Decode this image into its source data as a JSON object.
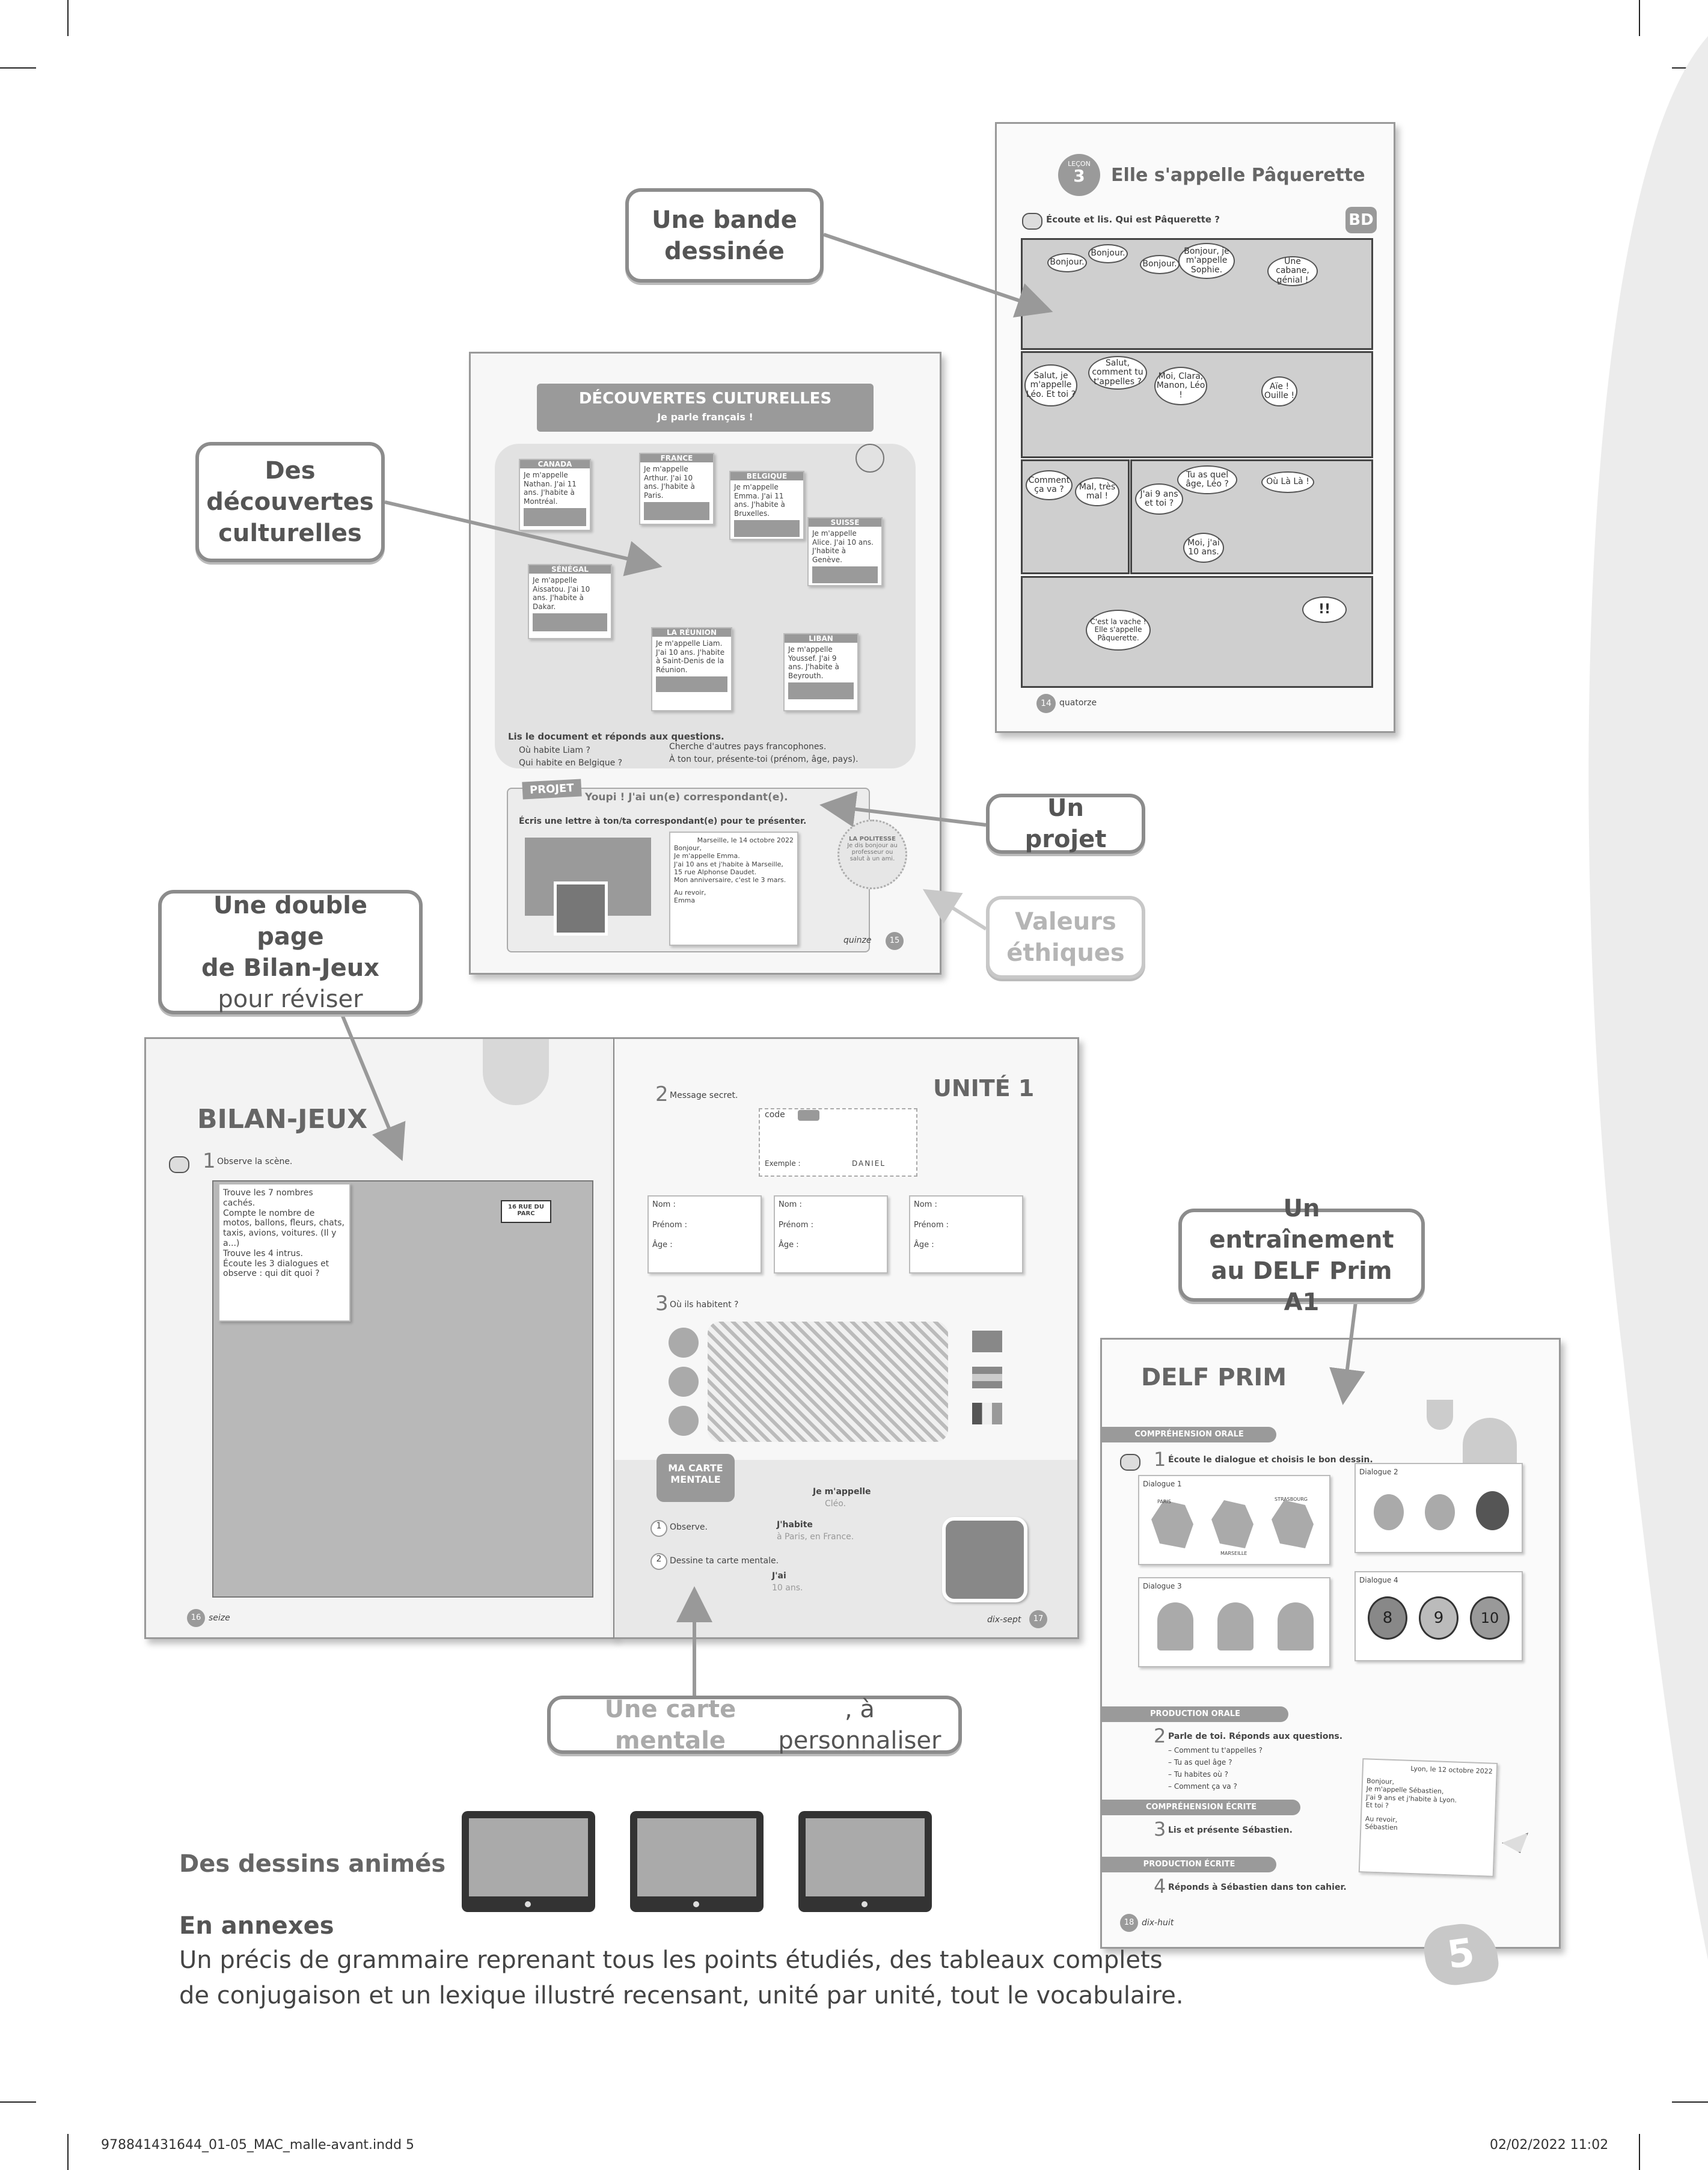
{
  "callouts": {
    "bande_dessinee": "Une bande\ndessinée",
    "decouvertes": "Des\ndécouvertes\nculturelles",
    "projet": "Un projet",
    "valeurs": "Valeurs\néthiques",
    "bilan_bold": "Une double page\nde Bilan-Jeux",
    "bilan_normal": "pour réviser",
    "delf": "Un entraînement\nau DELF Prim A1",
    "carte_bold": "Une carte mentale",
    "carte_normal": ", à personnaliser"
  },
  "lesson3": {
    "lecon_label": "LEÇON",
    "lecon_number": "3",
    "title": "Elle s'appelle Pâquerette",
    "bd_badge": "BD",
    "instruction": "Écoute et lis. Qui est Pâquerette ?",
    "bubbles": [
      "Bonjour.",
      "Bonjour.",
      "Bonjour.",
      "Bonjour, je m'appelle Sophie.",
      "Une cabane, génial !",
      "Salut, je m'appelle Léo. Et toi ?",
      "Salut, comment tu t'appelles ?",
      "Moi, Clara, Manon, Léo !",
      "Aïe ! Ouille !",
      "Comment ça va ?",
      "Mal, très mal !",
      "Tu as quel âge, Léo ?",
      "J'ai 9 ans et toi ?",
      "Où Là Là !",
      "Moi, j'ai 10 ans.",
      "C'est la vache ! Elle s'appelle Pâquerette."
    ],
    "page_number": "14",
    "page_word": "quatorze"
  },
  "culture": {
    "header": "DÉCOUVERTES CULTURELLES",
    "subheader": "Je parle français !",
    "cards": [
      {
        "place": "CANADA",
        "text": "Je m'appelle Nathan. J'ai 11 ans. J'habite à Montréal."
      },
      {
        "place": "FRANCE",
        "text": "Je m'appelle Arthur. J'ai 10 ans. J'habite à Paris."
      },
      {
        "place": "BELGIQUE",
        "text": "Je m'appelle Emma. J'ai 11 ans. J'habite à Bruxelles."
      },
      {
        "place": "SUISSE",
        "text": "Je m'appelle Alice. J'ai 10 ans. J'habite à Genève."
      },
      {
        "place": "SÉNÉGAL",
        "text": "Je m'appelle Aissatou. J'ai 10 ans. J'habite à Dakar."
      },
      {
        "place": "LA RÉUNION",
        "text": "Je m'appelle Liam. J'ai 10 ans. J'habite à Saint-Denis de la Réunion."
      },
      {
        "place": "LIBAN",
        "text": "Je m'appelle Youssef. J'ai 9 ans. J'habite à Beyrouth."
      }
    ],
    "questions_intro": "Lis le document et réponds aux questions.",
    "questions": [
      "Où habite Liam ?",
      "Qui habite en Belgique ?",
      "Cherche d'autres pays francophones.",
      "À ton tour, présente-toi (prénom, âge, pays)."
    ],
    "projet_label": "PROJET",
    "projet_title": "Youpi ! J'ai un(e) correspondant(e).",
    "projet_instruction": "Écris une lettre à ton/ta correspondant(e) pour te présenter.",
    "letter": [
      "Marseille, le 14 octobre 2022",
      "Bonjour,",
      "Je m'appelle Emma.",
      "J'ai 10 ans et j'habite à Marseille,",
      "15 rue Alphonse Daudet.",
      "Mon anniversaire, c'est le 3 mars.",
      "Au revoir,",
      "Emma"
    ],
    "politesse_title": "LA POLITESSE",
    "politesse_text": "Je dis bonjour au professeur ou salut à un ami.",
    "page_word": "quinze",
    "page_number": "15"
  },
  "bilan": {
    "title": "BILAN-JEUX",
    "ex1_num": "1",
    "ex1_label": "Observe la scène.",
    "ex1_items": [
      "Trouve les 7 nombres cachés.",
      "Compte le nombre de motos, ballons, fleurs, chats, taxis, avions, voitures. (Il y a...)",
      "Trouve les 4 intrus.",
      "Écoute les 3 dialogues et observe : qui dit quoi ?"
    ],
    "sign": "16 RUE DU PARC",
    "page_number": "16",
    "page_word": "seize"
  },
  "unite": {
    "title": "UNITÉ 1",
    "ex2_num": "2",
    "ex2_label": "Message secret.",
    "code_label": "code",
    "exemple": "Exemple :",
    "exemple_answer": "DANIEL",
    "id_fields": [
      "Nom :",
      "Prénom :",
      "Âge :"
    ],
    "ex3_num": "3",
    "ex3_label": "Où ils habitent ?",
    "carte_title": "MA CARTE MENTALE",
    "steps": [
      {
        "num": "1",
        "text": "Observe."
      },
      {
        "num": "2",
        "text": "Dessine ta carte mentale."
      }
    ],
    "map_items": [
      {
        "head": "Je m'appelle",
        "sub": "Cléo."
      },
      {
        "head": "J'habite",
        "sub": "à Paris, en France."
      },
      {
        "head": "J'ai",
        "sub": "10 ans."
      }
    ],
    "page_word": "dix-sept",
    "page_number": "17"
  },
  "delf": {
    "title": "DELF PRIM",
    "co_label": "COMPRÉHENSION ORALE",
    "ex1_num": "1",
    "ex1_text": "Écoute le dialogue et choisis le bon dessin.",
    "dialogues": [
      "Dialogue 1",
      "Dialogue 2",
      "Dialogue 3",
      "Dialogue 4"
    ],
    "map_labels": [
      "PARIS",
      "STRASBOURG",
      "MARSEILLE"
    ],
    "balloons": [
      "8",
      "9",
      "10"
    ],
    "po_label": "PRODUCTION ORALE",
    "ex2_num": "2",
    "ex2_text": "Parle de toi. Réponds aux questions.",
    "ex2_questions": [
      "– Comment tu t'appelles ?",
      "– Tu as quel âge ?",
      "– Tu habites où ?",
      "– Comment ça va ?"
    ],
    "letter": [
      "Lyon, le 12 octobre 2022",
      "Bonjour,",
      "Je m'appelle Sébastien,",
      "J'ai 9 ans et j'habite à Lyon.",
      "Et toi ?",
      "Au revoir,",
      "Sébastien"
    ],
    "ce_label": "COMPRÉHENSION ÉCRITE",
    "ex3_num": "3",
    "ex3_text": "Lis et présente Sébastien.",
    "pe_label": "PRODUCTION ÉCRITE",
    "ex4_num": "4",
    "ex4_text": "Réponds à Sébastien dans ton cahier.",
    "page_number": "18",
    "page_word": "dix-huit"
  },
  "dessins_animes": "Des dessins animés",
  "annexes": {
    "title": "En annexes",
    "line1": "Un précis de grammaire reprenant tous les points étudiés, des tableaux complets",
    "line2": "de conjugaison et un lexique illustré recensant, unité par unité, tout le vocabulaire."
  },
  "page_number": "5",
  "footer": {
    "file": "978841431644_01-05_MAC_malle-avant.indd   5",
    "date": "02/02/2022   11:02"
  }
}
